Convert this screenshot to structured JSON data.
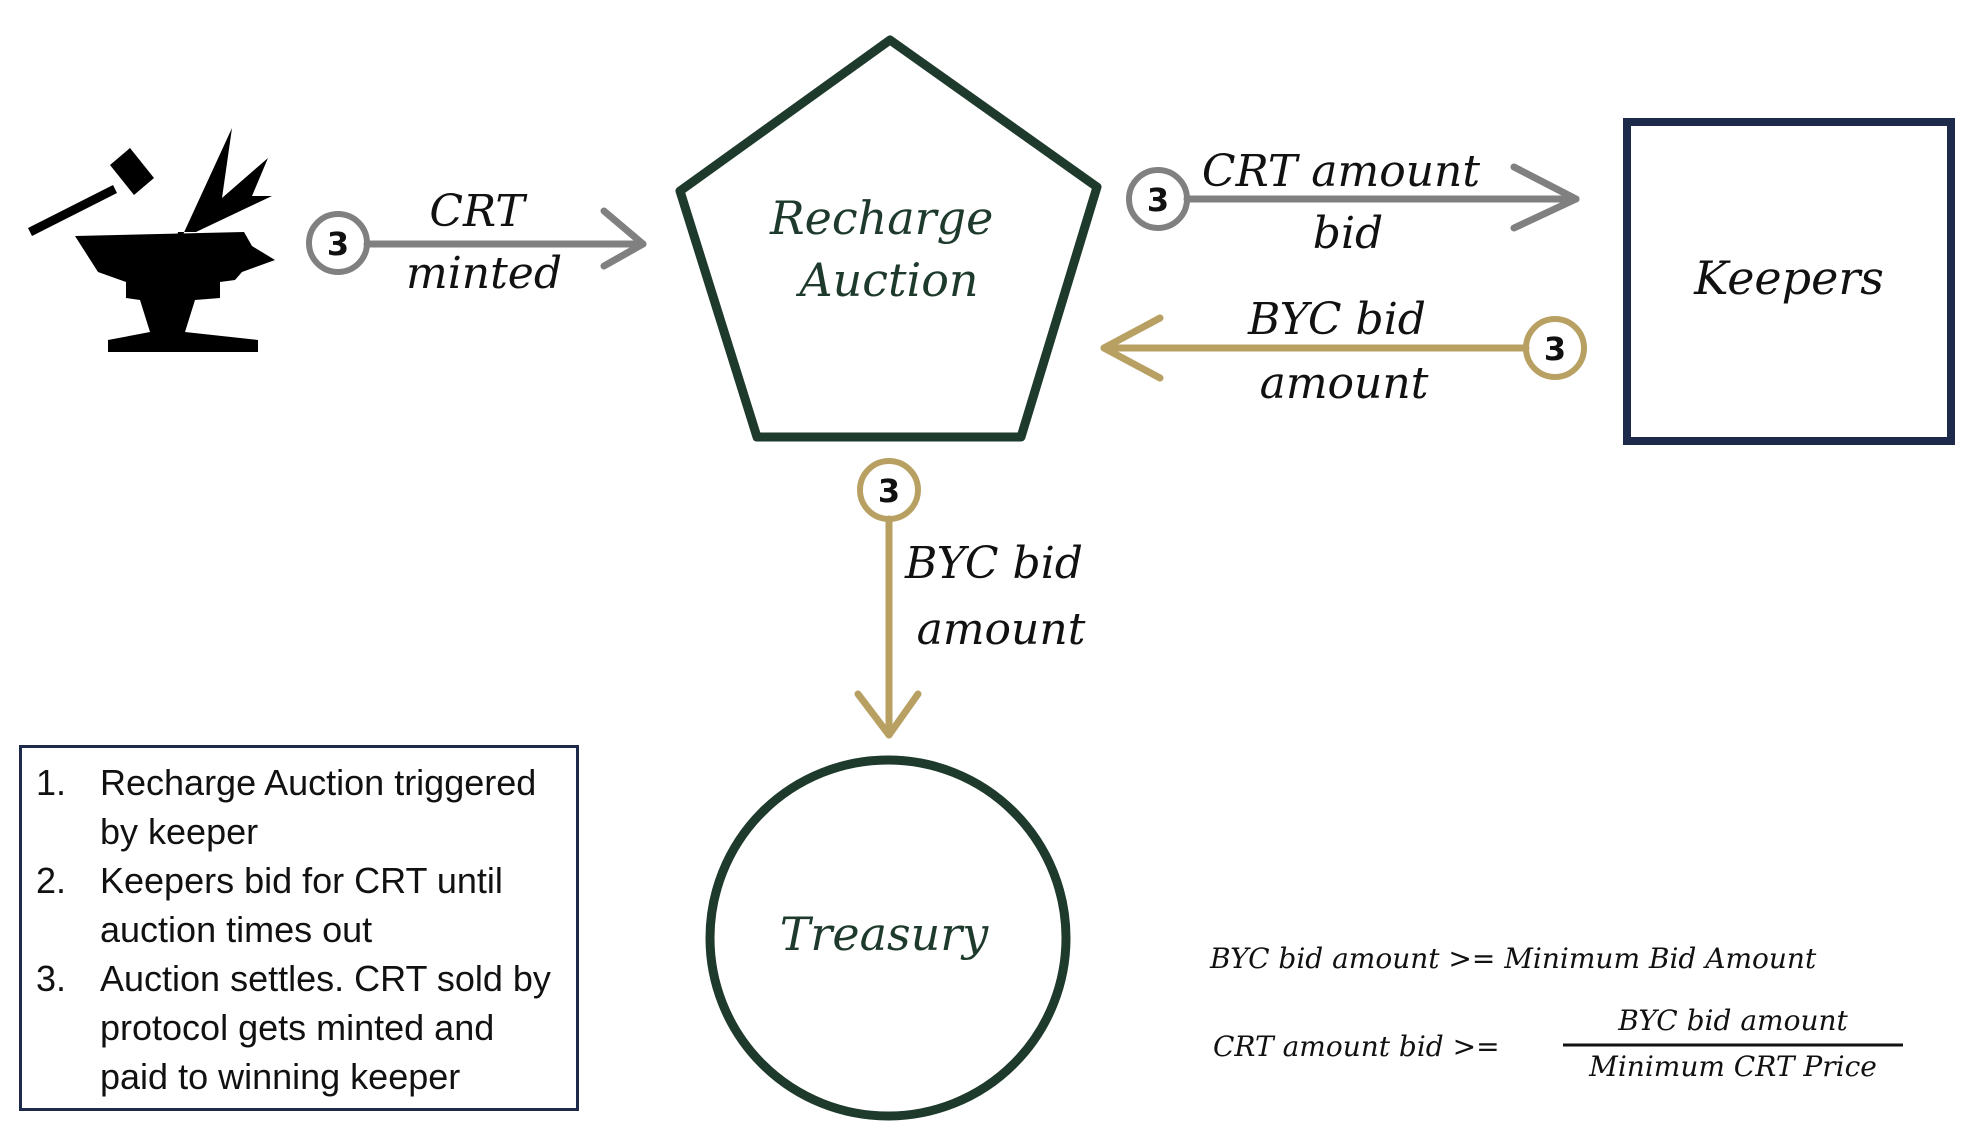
{
  "nodes": {
    "auction": "Recharge\nAuction",
    "keepers": "Keepers",
    "treasury": "Treasury"
  },
  "edges": {
    "crt_minted": {
      "badge": "3",
      "label": "CRT\nminted"
    },
    "crt_amount_bid": {
      "badge": "3",
      "label": "CRT amount\nbid"
    },
    "byc_bid_amount_to_auction": {
      "badge": "3",
      "label": "BYC bid\namount"
    },
    "byc_bid_amount_to_treasury": {
      "badge": "3",
      "label": "BYC bid\namount"
    }
  },
  "steps": [
    {
      "num": "1.",
      "text": "Recharge Auction triggered by keeper"
    },
    {
      "num": "2.",
      "text": "Keepers bid for CRT until auction times out"
    },
    {
      "num": "3.",
      "text": "Auction settles. CRT sold by protocol gets minted and paid to winning keeper"
    }
  ],
  "formulas": {
    "f1": "BYC bid amount >= Minimum Bid Amount",
    "f2_left": "CRT amount bid >=",
    "f2_numerator": "BYC bid amount",
    "f2_denominator": "Minimum CRT Price"
  },
  "colors": {
    "dark_green": "#1e3a2c",
    "navy": "#1e2a4a",
    "gray_arrow": "#808080",
    "gold_arrow": "#b8a062"
  },
  "icons": [
    "anvil-hammer-spark-icon"
  ]
}
